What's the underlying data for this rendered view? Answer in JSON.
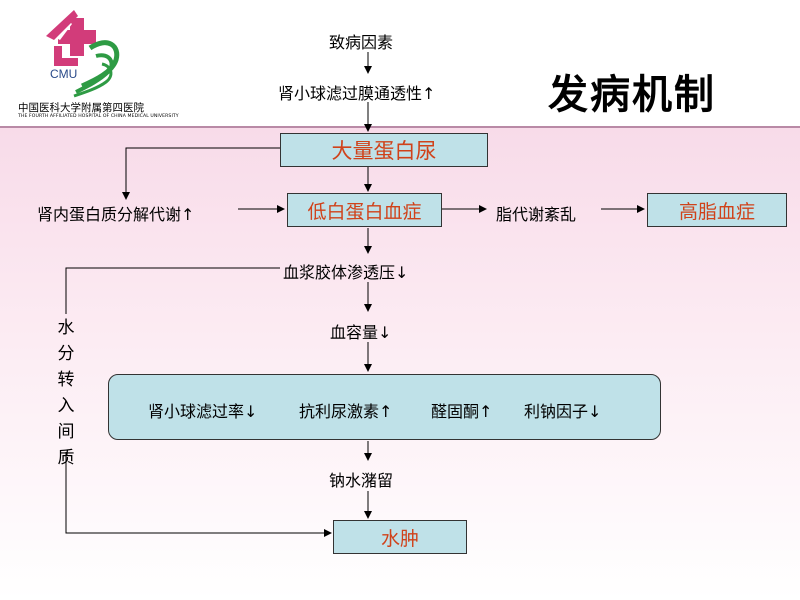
{
  "header": {
    "logo_text": "CMU",
    "logo_cn": "中国医科大学附属第四医院",
    "logo_en": "THE FOURTH AFFILIATED HOSPITAL OF CHINA MEDICAL UNIVERSITY",
    "title": "发病机制"
  },
  "flow": {
    "n1": "致病因素",
    "n2": "肾小球滤过膜通透性↑",
    "n3": "大量蛋白尿",
    "n4": "肾内蛋白质分解代谢↑",
    "n5": "低白蛋白血症",
    "n6": "脂代谢紊乱",
    "n7": "高脂血症",
    "n8": "血浆胶体渗透压↓",
    "n9": "血容量↓",
    "main_items": [
      "肾小球滤过率↓",
      "抗利尿激素↑",
      "醛固酮↑",
      "利钠因子↓"
    ],
    "n11": "钠水潴留",
    "n12": "水肿",
    "side_label": "水分转入间质"
  },
  "colors": {
    "box_fill": "#bfe1e8",
    "highlight_text": "#d0421a",
    "header_bg": "#ffffff",
    "body_bg": "#f8dbe9"
  }
}
